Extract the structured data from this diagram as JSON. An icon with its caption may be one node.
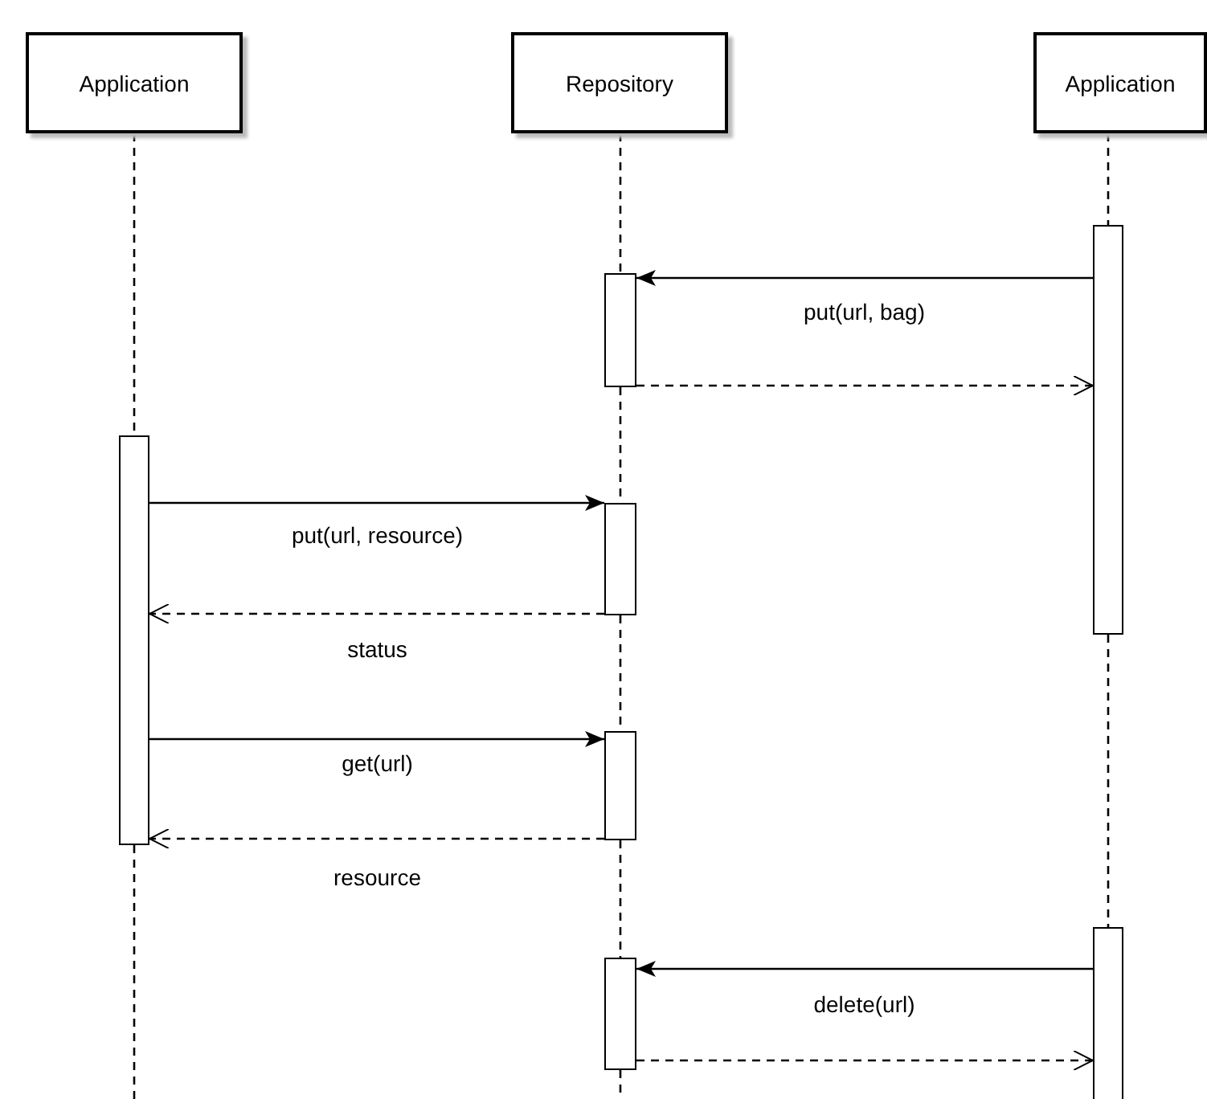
{
  "diagram": {
    "nodes": [
      {
        "text": [
          "Application"
        ]
      },
      {
        "text": [
          "Repository"
        ]
      },
      {
        "text": [
          "Application"
        ]
      },
      {
        "text": [],
        "shape": "bar"
      },
      {
        "text": [],
        "shape": "bar"
      },
      {
        "text": [],
        "shape": "bar"
      },
      {
        "text": [],
        "shape": "bar"
      },
      {
        "text": [],
        "shape": "bar"
      },
      {
        "text": [],
        "shape": "bar"
      },
      {
        "text": [],
        "shape": "bar"
      }
    ],
    "edges": [
      {
        "from": 0,
        "to": 5,
        "arrow": "none",
        "style": "dashed"
      },
      {
        "from": 5,
        "to": null,
        "arrow": "none",
        "style": "dashed"
      },
      {
        "from": 1,
        "to": 4,
        "arrow": "none",
        "style": "dashed"
      },
      {
        "from": 4,
        "to": 6,
        "arrow": "none",
        "style": "dashed"
      },
      {
        "from": 6,
        "to": 7,
        "arrow": "none",
        "style": "dashed"
      },
      {
        "from": 7,
        "to": 9,
        "arrow": "none",
        "style": "dashed"
      },
      {
        "from": 9,
        "to": null,
        "arrow": "none",
        "style": "dashed"
      },
      {
        "from": 2,
        "to": 3,
        "arrow": "none",
        "style": "dashed"
      },
      {
        "from": 3,
        "to": 8,
        "arrow": "none",
        "style": "dashed"
      },
      {
        "from": 3,
        "to": 4,
        "arrow": "to",
        "label": "put(url, bag)"
      },
      {
        "from": 4,
        "to": 3,
        "arrow": "to",
        "style": "dashed"
      },
      {
        "from": 5,
        "to": 6,
        "arrow": "to",
        "label": "put(url, resource)"
      },
      {
        "from": 6,
        "to": 5,
        "arrow": "to",
        "style": "dashed",
        "label": "status"
      },
      {
        "from": 5,
        "to": 7,
        "arrow": "to",
        "label": "get(url)"
      },
      {
        "from": 7,
        "to": 5,
        "arrow": "to",
        "style": "dashed",
        "label": "resource"
      },
      {
        "from": 8,
        "to": 9,
        "arrow": "to",
        "label": "delete(url)"
      },
      {
        "from": 9,
        "to": 8,
        "arrow": "to",
        "style": "dashed"
      }
    ]
  }
}
